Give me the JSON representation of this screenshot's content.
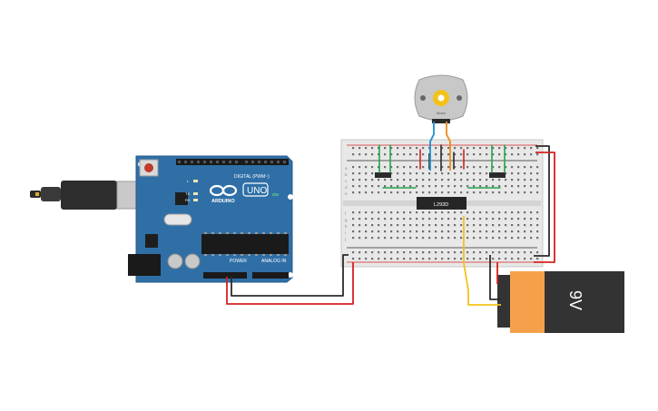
{
  "arduino": {
    "brand": "ARDUINO",
    "model": "UNO",
    "digital_header": "DIGITAL (PWM~)",
    "power_header": "POWER",
    "analog_header": "ANALOG IN",
    "on_label": "ON",
    "tx_label": "TX",
    "rx_label": "RX",
    "l_label": "L"
  },
  "breadboard": {
    "chip_label": "L293D",
    "row_letters_top": [
      "a",
      "b",
      "c",
      "d",
      "e"
    ],
    "row_letters_bottom": [
      "f",
      "g",
      "h",
      "i",
      "j"
    ]
  },
  "motor": {
    "label": "Motor"
  },
  "battery": {
    "label": "9V"
  },
  "colors": {
    "board": "#2f6fa6",
    "breadboard": "#e8e8e8",
    "wire_red": "#d62020",
    "wire_black": "#2b2b2b",
    "wire_green": "#1fa64a",
    "wire_blue": "#1b8fd6",
    "wire_orange": "#f08a1a",
    "wire_yellow": "#f2c21a",
    "battery_body": "#f5a14b",
    "battery_cap": "#333333"
  }
}
